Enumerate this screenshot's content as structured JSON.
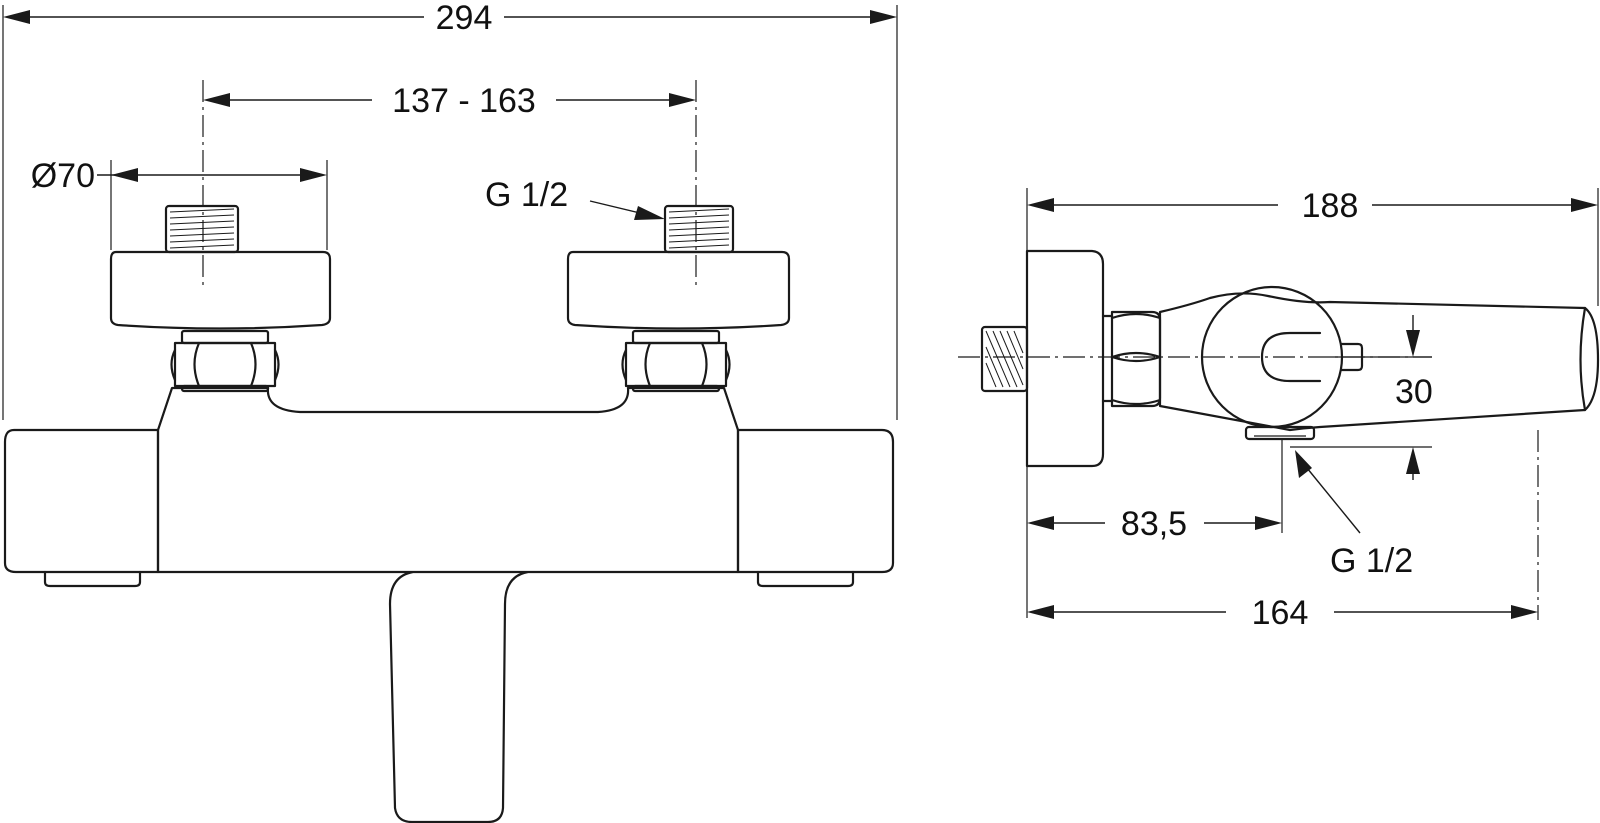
{
  "front_view": {
    "overall_width": "294",
    "centers": "137 - 163",
    "diameter": "Ø70",
    "thread_inlet": "G 1/2"
  },
  "side_view": {
    "overall_depth": "188",
    "depth_to_outlet": "83,5",
    "depth_to_lever": "164",
    "offset": "30",
    "thread_outlet": "G 1/2"
  }
}
